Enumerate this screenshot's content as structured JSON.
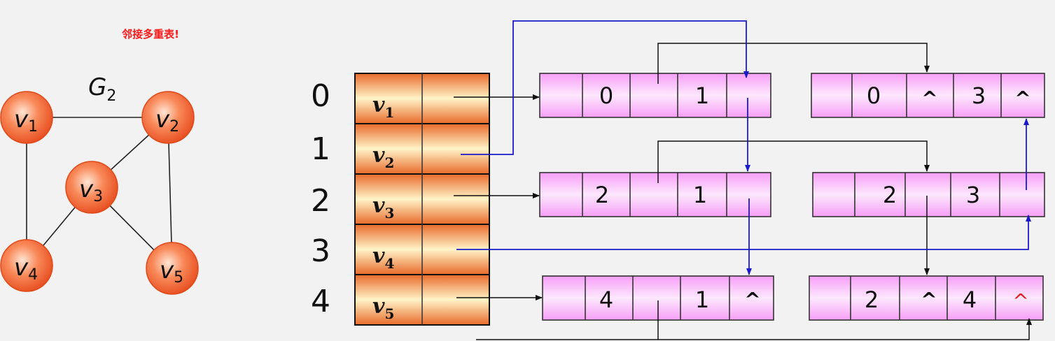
{
  "title": "邻接多重表!",
  "graph": {
    "name": "G",
    "name_sub": "2",
    "vertices": [
      {
        "letter": "v",
        "sub": "1"
      },
      {
        "letter": "v",
        "sub": "2"
      },
      {
        "letter": "v",
        "sub": "3"
      },
      {
        "letter": "v",
        "sub": "4"
      },
      {
        "letter": "v",
        "sub": "5"
      }
    ],
    "edges": [
      [
        1,
        2
      ],
      [
        1,
        4
      ],
      [
        2,
        3
      ],
      [
        2,
        5
      ],
      [
        3,
        4
      ],
      [
        3,
        5
      ]
    ]
  },
  "headers": [
    {
      "index": "0",
      "letter": "v",
      "sub": "1"
    },
    {
      "index": "1",
      "letter": "v",
      "sub": "2"
    },
    {
      "index": "2",
      "letter": "v",
      "sub": "3"
    },
    {
      "index": "3",
      "letter": "v",
      "sub": "4"
    },
    {
      "index": "4",
      "letter": "v",
      "sub": "5"
    }
  ],
  "edge_nodes": [
    {
      "ivex": "0",
      "ilink": "",
      "jvex": "1",
      "jlink": ""
    },
    {
      "ivex": "0",
      "ilink": "^",
      "jvex": "3",
      "jlink": "^"
    },
    {
      "ivex": "2",
      "ilink": "",
      "jvex": "1",
      "jlink": ""
    },
    {
      "ivex": "2",
      "ilink": "",
      "jvex": "3",
      "jlink": ""
    },
    {
      "ivex": "4",
      "ilink": "",
      "jvex": "1",
      "jlink": "^"
    },
    {
      "ivex": "2",
      "ilink": "^",
      "jvex": "4",
      "jlink": "^"
    }
  ],
  "colors": {
    "title": "#ff1a1a",
    "vertex_fill": "#f25a2a",
    "node_fill": "#f7b8f7",
    "blue_link": "#1a1acc",
    "red_null": "#e02020"
  }
}
